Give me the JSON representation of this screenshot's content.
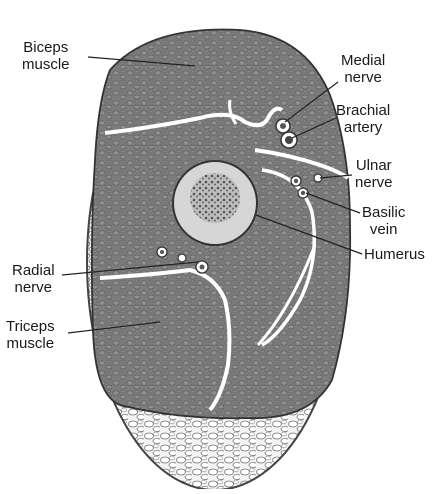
{
  "labels": {
    "biceps": {
      "line1": "Biceps",
      "line2": "muscle"
    },
    "medial_nerve": {
      "line1": "Medial",
      "line2": "nerve"
    },
    "brachial_artery": {
      "line1": "Brachial",
      "line2": "artery"
    },
    "ulnar_nerve": {
      "line1": "Ulnar",
      "line2": "nerve"
    },
    "basilic_vein": {
      "line1": "Basilic",
      "line2": "vein"
    },
    "humerus": {
      "line1": "Humerus"
    },
    "radial_nerve": {
      "line1": "Radial",
      "line2": "nerve"
    },
    "triceps": {
      "line1": "Triceps",
      "line2": "muscle"
    }
  },
  "colors": {
    "muscle": "#7a7a7a",
    "muscle_dark": "#5a5a5a",
    "fat": "#f2f2f2",
    "fascia": "#ffffff",
    "bone_cortex": "#d9d9d9",
    "marrow": "#8c8c8c",
    "outline": "#3a3a3a"
  }
}
